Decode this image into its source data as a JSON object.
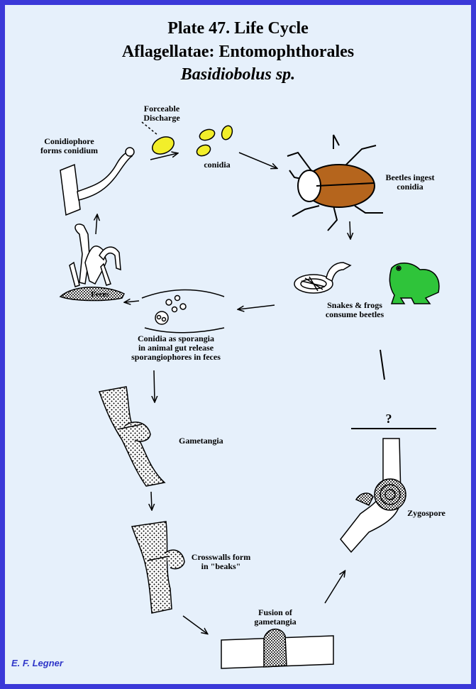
{
  "title": {
    "line1": "Plate 47.  Life Cycle",
    "line2": "Aflagellatae: Entomophthorales",
    "line3": "Basidiobolus sp."
  },
  "labels": {
    "forceable_discharge": "Forceable\nDischarge",
    "conidiophore": "Conidiophore\nforms conidium",
    "conidia": "conidia",
    "beetles": "Beetles ingest\nconidia",
    "feces": "Feces",
    "snakes_frogs": "Snakes & frogs\nconsume beetles",
    "sporangia": "Conidia as sporangia\nin animal gut release\nsporangiophores in feces",
    "question": "?",
    "gametangia": "Gametangia",
    "zygospore": "Zygospore",
    "crosswalls": "Crosswalls form\nin \"beaks\"",
    "fusion": "Fusion of\ngametangia"
  },
  "credit": "E. F. Legner",
  "colors": {
    "border": "#3b39d8",
    "background": "#e6f0fb",
    "conidium": "#f2ee2a",
    "beetle_body": "#b5651d",
    "frog": "#2fc43a",
    "credit": "#2f36c8"
  }
}
